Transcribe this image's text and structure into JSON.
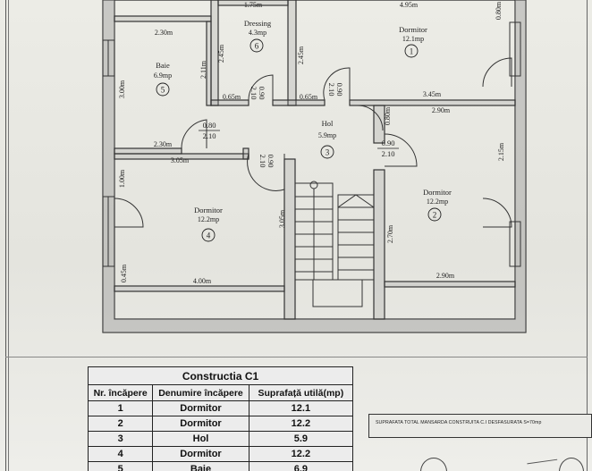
{
  "plan": {
    "rooms": [
      {
        "id": "1",
        "name": "Dormitor",
        "area": "12.1mp",
        "number": "1"
      },
      {
        "id": "2",
        "name": "Dormitor",
        "area": "12.2mp",
        "number": "2"
      },
      {
        "id": "3",
        "name": "Hol",
        "area": "5.9mp",
        "number": "3"
      },
      {
        "id": "4",
        "name": "Dormitor",
        "area": "12.2mp",
        "number": "4"
      },
      {
        "id": "5",
        "name": "Baie",
        "area": "6.9mp",
        "number": "5"
      },
      {
        "id": "6",
        "name": "Dressing",
        "area": "4.3mp",
        "number": "6"
      }
    ],
    "dims": {
      "dressing_top": "1.75m",
      "dorm1_top": "4.95m",
      "dorm1_right": "0.80m",
      "baie_top": "2.30m",
      "baie_right": "2.11m",
      "baie_left": "3.00m",
      "dressing_left": "2.45m",
      "dressing_right": "2.45m",
      "baie_door_w": "0.65m",
      "dressing_door_w": "0.65m",
      "hol_right_top": "3.45m",
      "hol_right_bot": "2.90m",
      "hol_right_v": "0.80m",
      "baie_bottom": "2.30m",
      "dorm4_top": "3.05m",
      "dorm4_left": "1.00m",
      "dorm4_bottom": "4.00m",
      "dorm4_bottom_left": "0.45m",
      "stair_left": "3.05m",
      "dorm2_left": "2.70m",
      "dorm2_bottom": "2.90m",
      "dorm2_right": "2.15m"
    },
    "doors": {
      "d_baie_w": "0.90",
      "d_baie_h": "2.10",
      "d_dress_w": "0.90",
      "d_dress_h": "2.10",
      "d_left_w": "0.80",
      "d_left_h": "2.10",
      "d_right_w": "0.90",
      "d_right_h": "2.10",
      "d_dorm4_w": "0.90",
      "d_dorm4_h": "2.10"
    }
  },
  "table": {
    "title": "Constructia C1",
    "headers": [
      "Nr. încăpere",
      "Denumire încăpere",
      "Suprafață utilă(mp)"
    ],
    "rows": [
      [
        "1",
        "Dormitor",
        "12.1"
      ],
      [
        "2",
        "Dormitor",
        "12.2"
      ],
      [
        "3",
        "Hol",
        "5.9"
      ],
      [
        "4",
        "Dormitor",
        "12.2"
      ],
      [
        "5",
        "Baie",
        "6.9"
      ]
    ]
  },
  "summary": "SUPRAFATA TOTAL MANSARDA CONSTRUITA C.I DESFASURATA S=70mp"
}
